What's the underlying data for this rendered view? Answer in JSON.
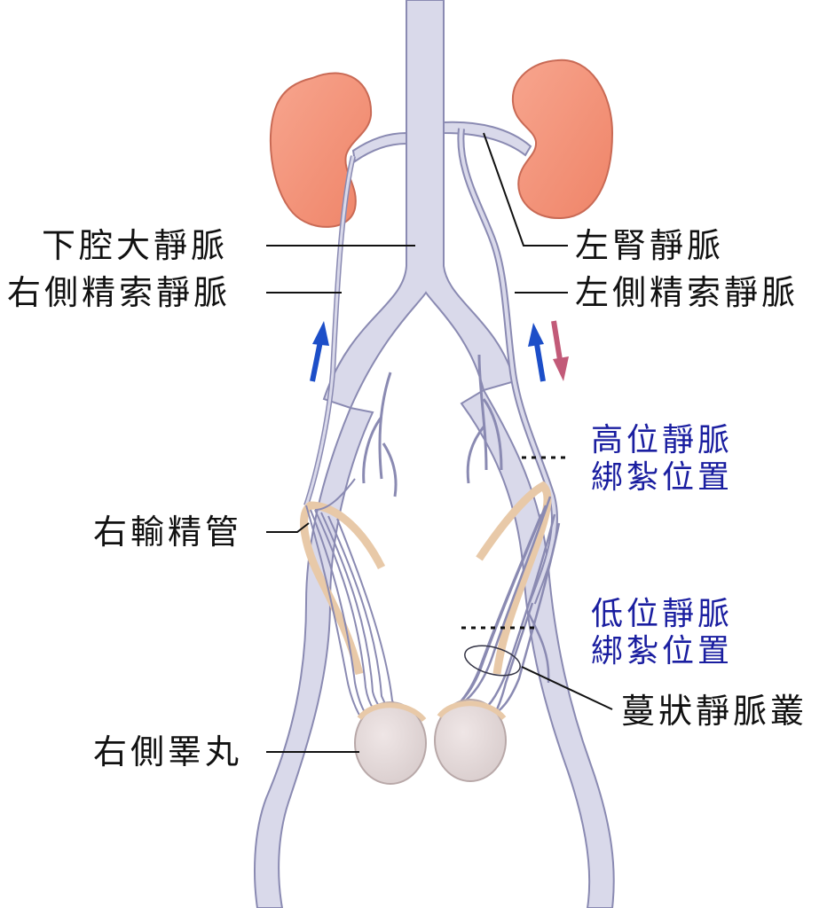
{
  "labels": {
    "ivc": "下腔大靜脈",
    "right_spermatic_vein": "右側精索靜脈",
    "left_renal_vein": "左腎靜脈",
    "left_spermatic_vein": "左側精索靜脈",
    "high_ligation_line1": "高位靜脈",
    "high_ligation_line2": "綁紮位置",
    "right_vas_deferens": "右輸精管",
    "low_ligation_line1": "低位靜脈",
    "low_ligation_line2": "綁紮位置",
    "pampiniform_plexus": "蔓狀靜脈叢",
    "right_testis": "右側睪丸"
  },
  "colors": {
    "vein_fill": "#d9d9ea",
    "vein_stroke": "#8a8ab2",
    "kidney": "#f3937a",
    "kidney_stroke": "#c96a55",
    "vas_deferens": "#e8c9a8",
    "testis": "#e6dcdc",
    "arrow_up": "#1c4ec8",
    "arrow_down": "#c25a78",
    "label_blue": "#1a1ea0",
    "leader_line": "#111111"
  },
  "icons": {
    "flow_up": "arrow-up-icon",
    "flow_down": "arrow-down-icon"
  }
}
